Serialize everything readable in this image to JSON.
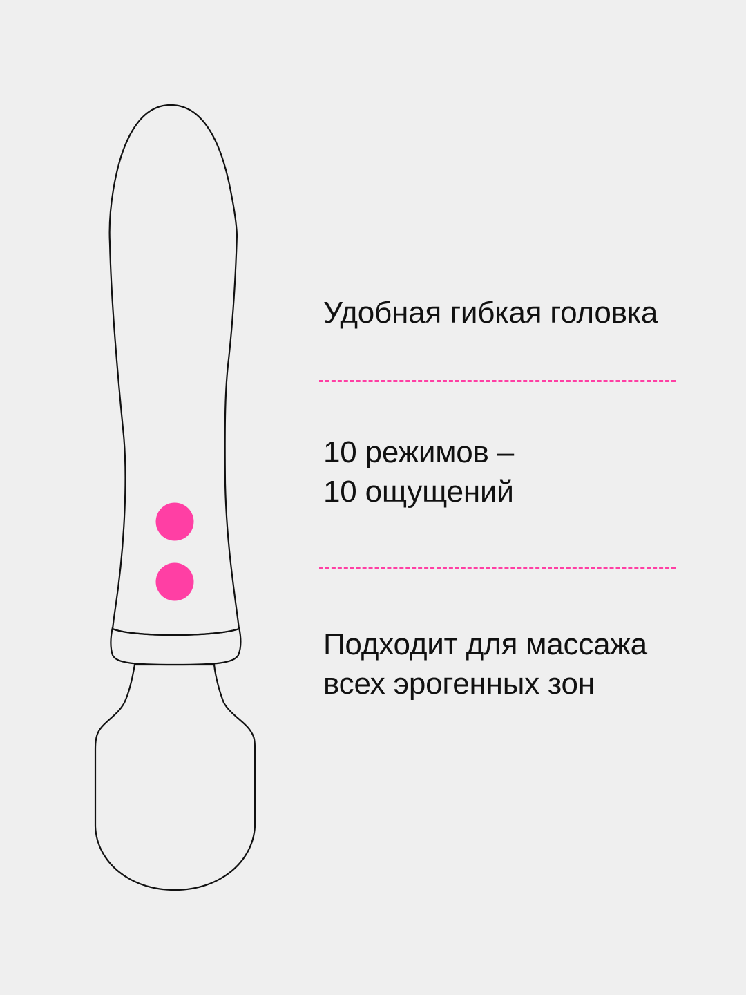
{
  "colors": {
    "background": "#efefef",
    "accent": "#ff3fa4",
    "outline": "#111111",
    "text": "#111111"
  },
  "illustration": {
    "icon": "wand-massager-icon",
    "buttons": [
      {
        "icon": "control-button-icon"
      },
      {
        "icon": "control-button-icon"
      }
    ]
  },
  "features": [
    {
      "lines": [
        "Удобная гибкая головка"
      ]
    },
    {
      "lines": [
        "10 режимов –",
        "10 ощущений"
      ]
    },
    {
      "lines": [
        "Подходит для массажа",
        "всех эрогенных зон"
      ]
    }
  ]
}
